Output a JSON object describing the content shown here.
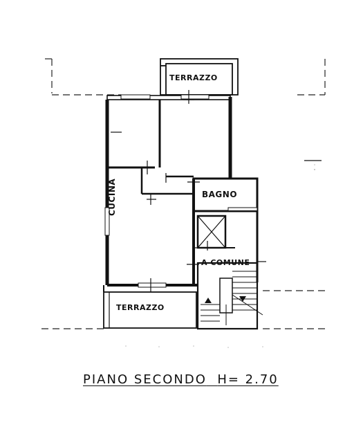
{
  "drawing": {
    "title": "PIANO SECONDO",
    "height_note": "H= 2.70"
  },
  "rooms": {
    "terrazzo_top": "TERRAZZO",
    "bagno": "BAGNO",
    "cucina": "CUCINA",
    "a_comune": "A COMUNE",
    "terrazzo_bottom": "TERRAZZO"
  },
  "colors": {
    "ink": "#111111",
    "paper": "#ffffff"
  }
}
